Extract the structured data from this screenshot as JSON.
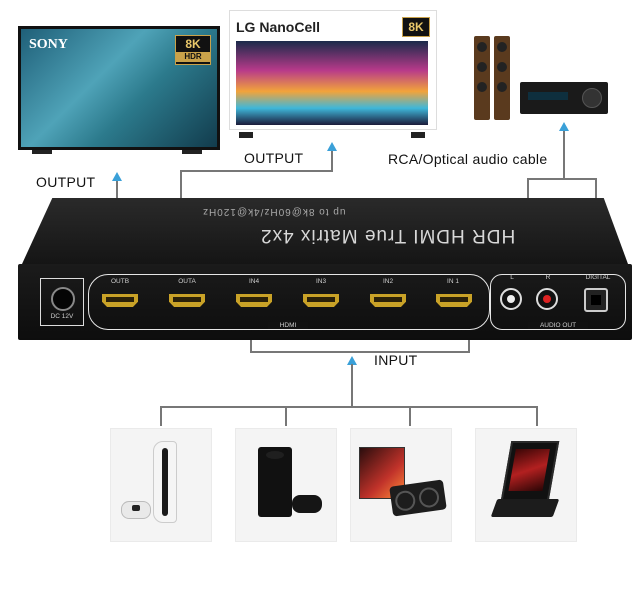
{
  "tv_left": {
    "brand": "SONY",
    "badge_top": "8K",
    "badge_bottom": "HDR"
  },
  "tv_right": {
    "brand": "LG NanoCell",
    "badge": "8K"
  },
  "labels": {
    "output_left": "OUTPUT",
    "output_center": "OUTPUT",
    "audio_cable": "RCA/Optical audio cable",
    "input": "INPUT"
  },
  "device": {
    "title": "HDR HDMI True Matrix 4x2",
    "subtitle": "up to 8k@60Hz/4k@120Hz",
    "power_label": "DC 12V",
    "ports": [
      "OUTB",
      "OUTA",
      "IN4",
      "IN3",
      "IN2",
      "IN 1"
    ],
    "hdmi_label": "HDMI",
    "audio_l": "L",
    "audio_r": "R",
    "digital": "DIGITAL",
    "audio_out": "AUDIO OUT"
  },
  "sources": [
    "game-console",
    "xbox-console",
    "graphics-card",
    "laptop"
  ],
  "colors": {
    "arrow": "#3aa0d8",
    "connector": "#777777",
    "hdmi_gold": "#c9a227"
  }
}
